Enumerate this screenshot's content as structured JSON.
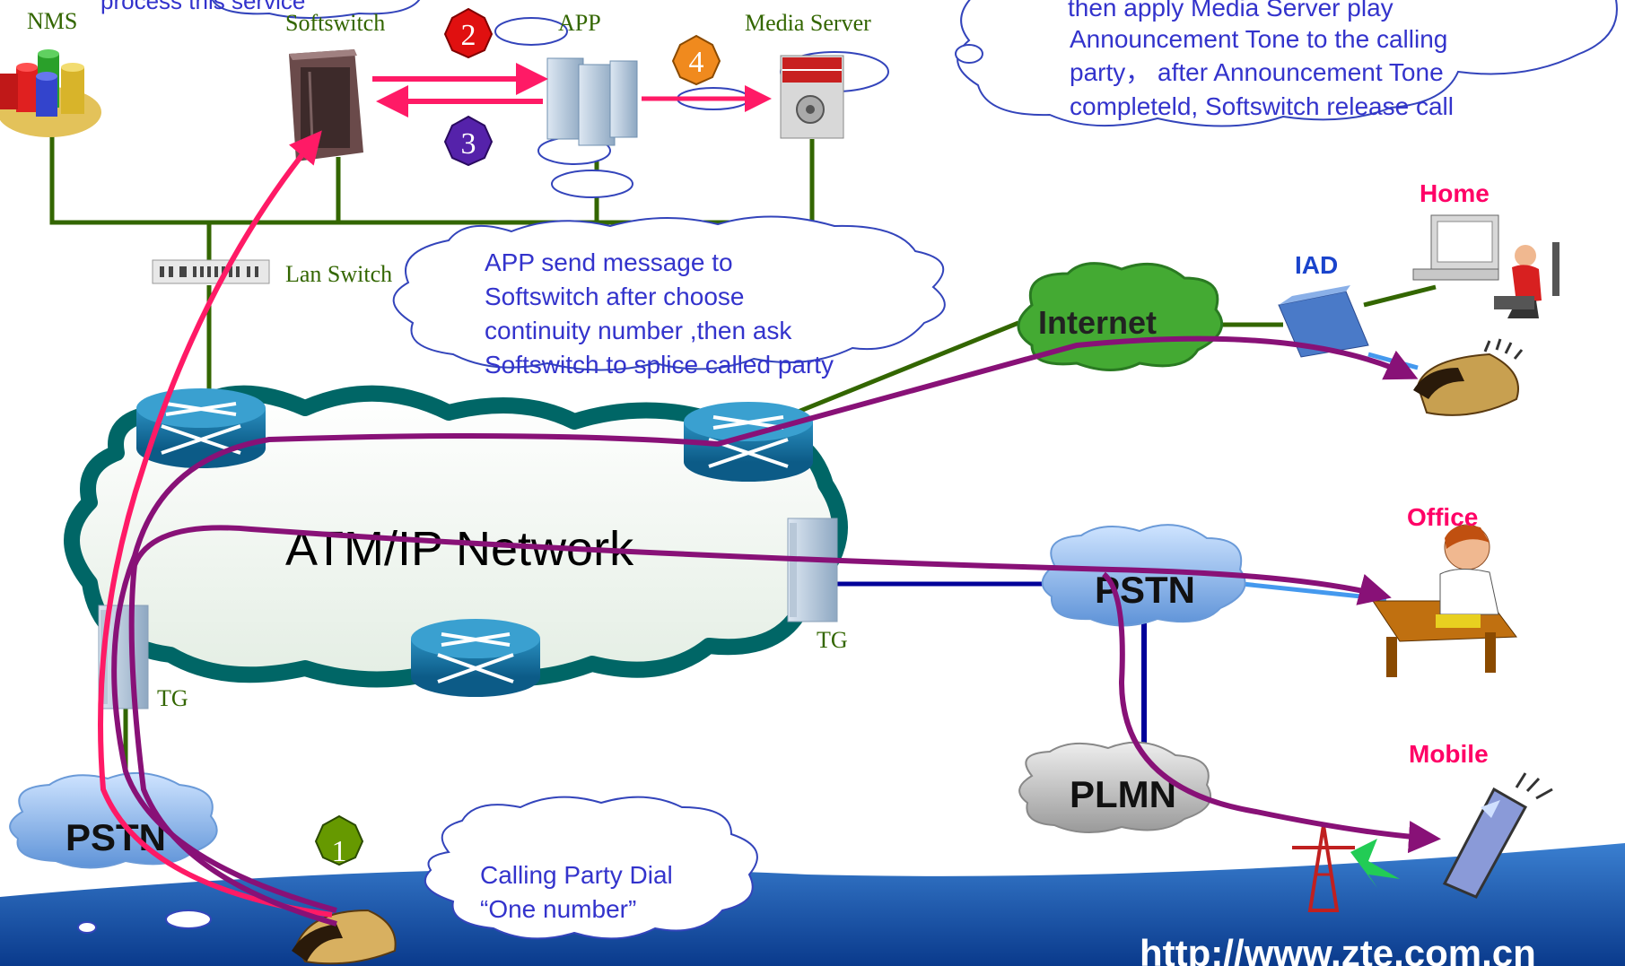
{
  "labels": {
    "nms": "NMS",
    "softswitch": "Softswitch",
    "app": "APP",
    "media_server": "Media Server",
    "lan_switch": "Lan Switch",
    "internet": "Internet",
    "iad": "IAD",
    "home": "Home",
    "office": "Office",
    "mobile": "Mobile",
    "atm_ip_network": "ATM/IP Network",
    "pstn_right": "PSTN",
    "pstn_left": "PSTN",
    "plmn": "PLMN",
    "tg_left": "TG",
    "tg_right": "TG",
    "url": "http://www.zte.com.cn"
  },
  "steps": {
    "s1": "1",
    "s2": "2",
    "s3": "3",
    "s4": "4"
  },
  "callouts": {
    "top_left": "process this service",
    "top_right": [
      "then apply Media Server play",
      "Announcement Tone to the calling",
      "party， after Announcement Tone",
      "completeld, Softswitch release call"
    ],
    "middle": [
      "APP send message to",
      "Softswitch after choose",
      "continuity number ,then ask",
      "Softswitch to splice called party"
    ],
    "bottom": [
      "Calling Party Dial",
      "“One number”"
    ]
  },
  "colors": {
    "label_green": "#336600",
    "callout_blue": "#3333cc",
    "step2": "#e01010",
    "step3": "#5522aa",
    "step4": "#f08a1e",
    "step1": "#669900",
    "signal_pink": "#ff1a66",
    "voice_purple": "#881177",
    "lan_green": "#336600",
    "trunk_blue": "#000099",
    "cloud_teal": "#006666",
    "accent_red": "#ff0066"
  },
  "icons": [
    "database-icon",
    "server-icon",
    "app-server-icon",
    "media-server-icon",
    "lan-switch-icon",
    "router-icon",
    "trunk-gateway-icon",
    "telephone-icon",
    "computer-user-icon",
    "modem-icon",
    "office-worker-icon",
    "mobile-phone-icon",
    "antenna-tower-icon"
  ]
}
